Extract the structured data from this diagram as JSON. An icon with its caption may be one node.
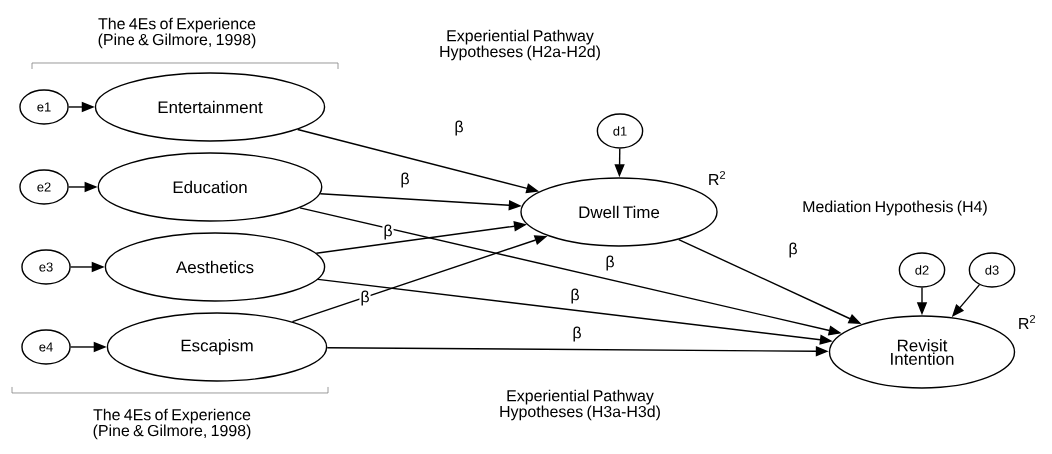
{
  "diagram": {
    "nodes": [
      {
        "text": [
          "e1"
        ]
      },
      {
        "text": [
          "e2"
        ]
      },
      {
        "text": [
          "e3"
        ]
      },
      {
        "text": [
          "e4"
        ]
      },
      {
        "text": [
          "Entertainment"
        ]
      },
      {
        "text": [
          "Education"
        ]
      },
      {
        "text": [
          "Aesthetics"
        ]
      },
      {
        "text": [
          "Escapism"
        ]
      },
      {
        "text": [
          "d1"
        ]
      },
      {
        "text": [
          "Dwell Time"
        ],
        "beside": [
          "R$^{2}$"
        ]
      },
      {
        "text": [
          "d2"
        ]
      },
      {
        "text": [
          "d3"
        ]
      },
      {
        "text": [
          "Revisit Intention"
        ],
        "beside": [
          "R$^{2}$"
        ]
      }
    ],
    "edges": [
      {
        "from": 0,
        "to": 4,
        "arrow": "to"
      },
      {
        "from": 1,
        "to": 5,
        "arrow": "to"
      },
      {
        "from": 2,
        "to": 6,
        "arrow": "to"
      },
      {
        "from": 3,
        "to": 7,
        "arrow": "to"
      },
      {
        "from": 8,
        "to": 9,
        "arrow": "to"
      },
      {
        "from": 10,
        "to": 12,
        "arrow": "to"
      },
      {
        "from": 11,
        "to": 12,
        "arrow": "to"
      },
      {
        "from": 4,
        "to": 9,
        "arrow": "to",
        "label": "β"
      },
      {
        "from": 5,
        "to": 9,
        "arrow": "to",
        "label": "β"
      },
      {
        "from": 6,
        "to": 9,
        "arrow": "to",
        "label": "β"
      },
      {
        "from": 7,
        "to": 9,
        "arrow": "to",
        "label": "β"
      },
      {
        "from": 5,
        "to": 12,
        "arrow": "to",
        "label": "β"
      },
      {
        "from": 6,
        "to": 12,
        "arrow": "to",
        "label": "β"
      },
      {
        "from": 7,
        "to": 12,
        "arrow": "to",
        "label": "β"
      },
      {
        "from": 9,
        "to": 12,
        "arrow": "to",
        "label": "β"
      }
    ],
    "labels": [
      "The 4Es of Experience (Pine & Gilmore, 1998)",
      "Experiential Pathway Hypotheses (H2a-H2d)",
      "Mediation Hypothesis (H4)",
      "Experiential Pathway Hypotheses (H3a-H3d)",
      "The 4Es of Experience (Pine & Gilmore, 1998)"
    ]
  }
}
